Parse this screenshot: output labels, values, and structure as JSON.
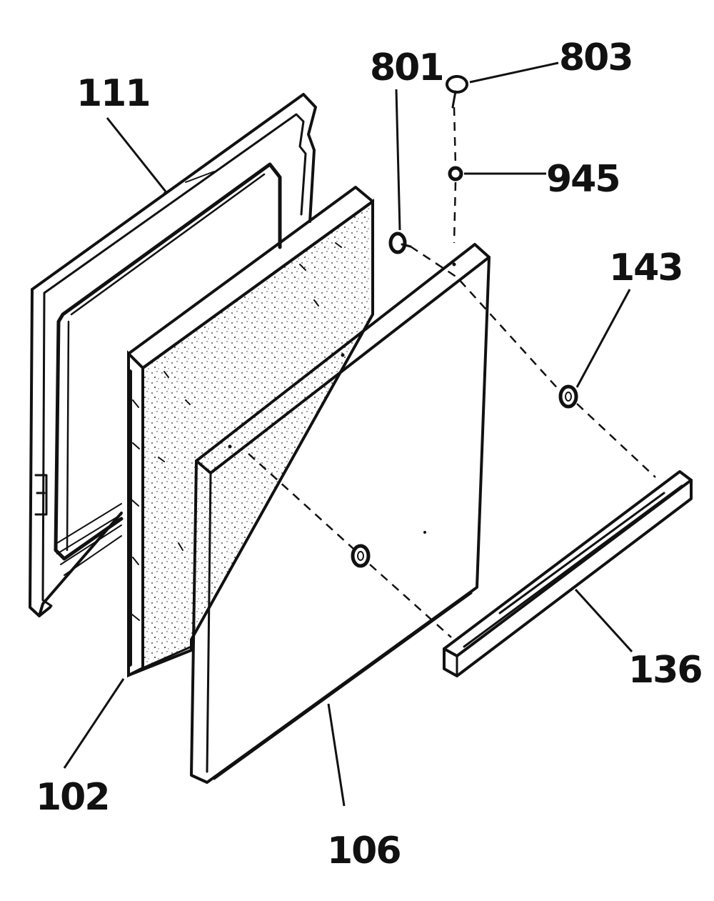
{
  "diagram": {
    "labels": {
      "p111": "111",
      "p801": "801",
      "p803": "803",
      "p945": "945",
      "p143": "143",
      "p136": "136",
      "p102": "102",
      "p106": "106"
    }
  }
}
